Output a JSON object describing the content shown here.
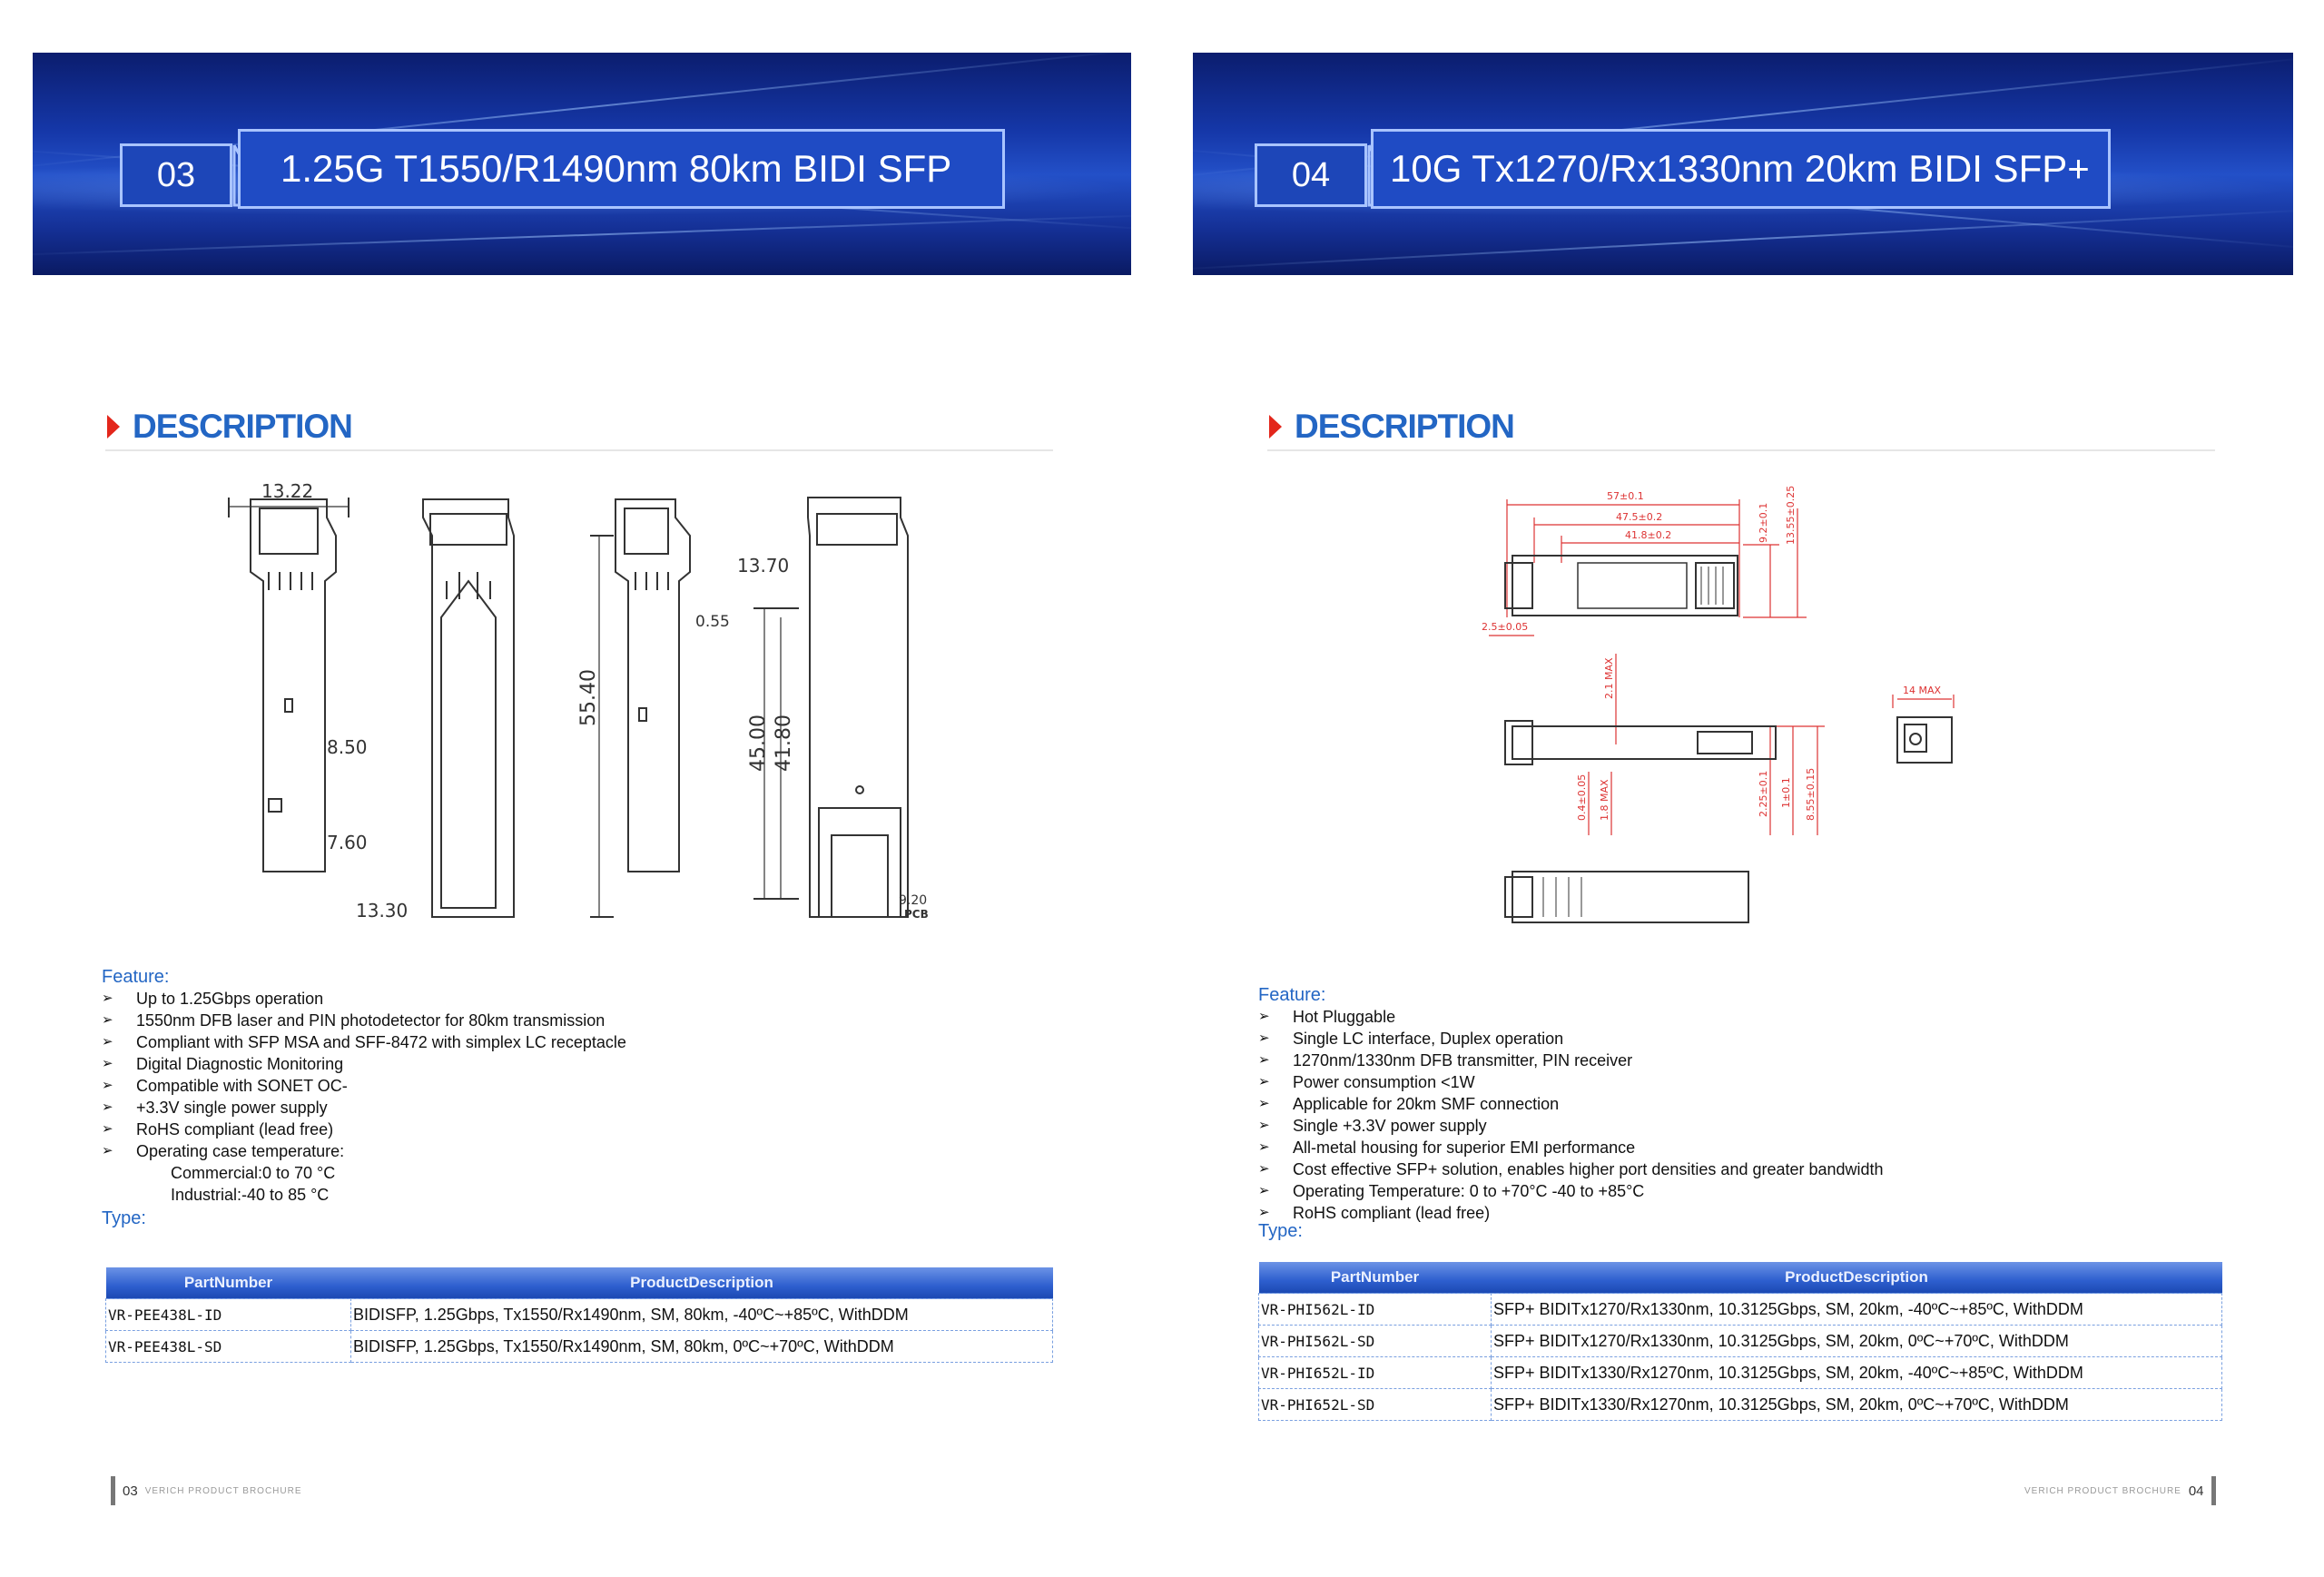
{
  "left": {
    "section_no": "03",
    "title": "1.25G T1550/R1490nm 80km BIDI SFP",
    "description_heading": "DESCRIPTION",
    "dimensions": {
      "d1": "13.22",
      "d2": "8.50",
      "d3": "7.60",
      "d4": "13.30",
      "d5": "55.40",
      "d6": "13.70",
      "d7": "0.55",
      "d8": "45.00",
      "d9": "41.80",
      "d10": "9.20",
      "d11": "PCB"
    },
    "feature_label": "Feature:",
    "features": [
      "Up to 1.25Gbps operation",
      "1550nm DFB laser and PIN photodetector for 80km transmission",
      "Compliant with SFP MSA and SFF-8472 with simplex LC receptacle",
      "Digital Diagnostic Monitoring",
      "Compatible with SONET OC-",
      "+3.3V single power supply",
      "RoHS compliant (lead free)",
      "Operating case temperature:"
    ],
    "temp_sub": [
      "Commercial:0 to 70 °C",
      "Industrial:-40 to 85 °C"
    ],
    "type_label": "Type:",
    "table": {
      "headers": [
        "PartNumber",
        "ProductDescription"
      ],
      "rows": [
        [
          "VR-PEE438L-ID",
          "BIDISFP, 1.25Gbps, Tx1550/Rx1490nm, SM, 80km, -40ºC~+85ºC, WithDDM"
        ],
        [
          "VR-PEE438L-SD",
          "BIDISFP, 1.25Gbps, Tx1550/Rx1490nm, SM, 80km, 0ºC~+70ºC, WithDDM"
        ]
      ]
    },
    "footer_page": "03",
    "footer_brand": "VERICH PRODUCT BROCHURE"
  },
  "right": {
    "section_no": "04",
    "title": "10G Tx1270/Rx1330nm 20km BIDI SFP+",
    "description_heading": "DESCRIPTION",
    "dimensions": {
      "a": "57±0.1",
      "b": "47.5±0.2",
      "c": "41.8±0.2",
      "d": "9.2±0.1",
      "e": "13.55±0.25",
      "f": "2.5±0.05",
      "g": "2.1 MAX",
      "h": "14 MAX",
      "i": "0.4±0.05",
      "j": "1.8 MAX",
      "k": "2.25±0.1",
      "l": "1±0.1",
      "m": "8.55±0.15"
    },
    "feature_label": "Feature:",
    "features": [
      "Hot Pluggable",
      "Single LC interface, Duplex operation",
      "1270nm/1330nm DFB transmitter, PIN receiver",
      "Power consumption <1W",
      "Applicable for 20km SMF connection",
      "Single +3.3V power supply",
      "All-metal housing for superior EMI performance",
      "Cost  effective  SFP+  solution,  enables  higher  port densities and greater bandwidth",
      "Operating Temperature: 0 to +70°C  -40 to +85°C",
      "RoHS compliant (lead free)"
    ],
    "type_label": "Type:",
    "table": {
      "headers": [
        "PartNumber",
        "ProductDescription"
      ],
      "rows": [
        [
          "VR-PHI562L-ID",
          "SFP+ BIDITx1270/Rx1330nm, 10.3125Gbps, SM, 20km, -40ºC~+85ºC, WithDDM"
        ],
        [
          "VR-PHI562L-SD",
          "SFP+ BIDITx1270/Rx1330nm, 10.3125Gbps, SM, 20km, 0ºC~+70ºC, WithDDM"
        ],
        [
          "VR-PHI652L-ID",
          "SFP+ BIDITx1330/Rx1270nm, 10.3125Gbps, SM, 20km, -40ºC~+85ºC, WithDDM"
        ],
        [
          "VR-PHI652L-SD",
          "SFP+ BIDITx1330/Rx1270nm, 10.3125Gbps, SM, 20km, 0ºC~+70ºC, WithDDM"
        ]
      ]
    },
    "footer_page": "04",
    "footer_brand": "VERICH PRODUCT BROCHURE"
  },
  "colors": {
    "banner_blue": "#1537a8",
    "heading_blue": "#2366c4",
    "accent_red": "#e3261b",
    "table_header": "#2e5fcf"
  }
}
